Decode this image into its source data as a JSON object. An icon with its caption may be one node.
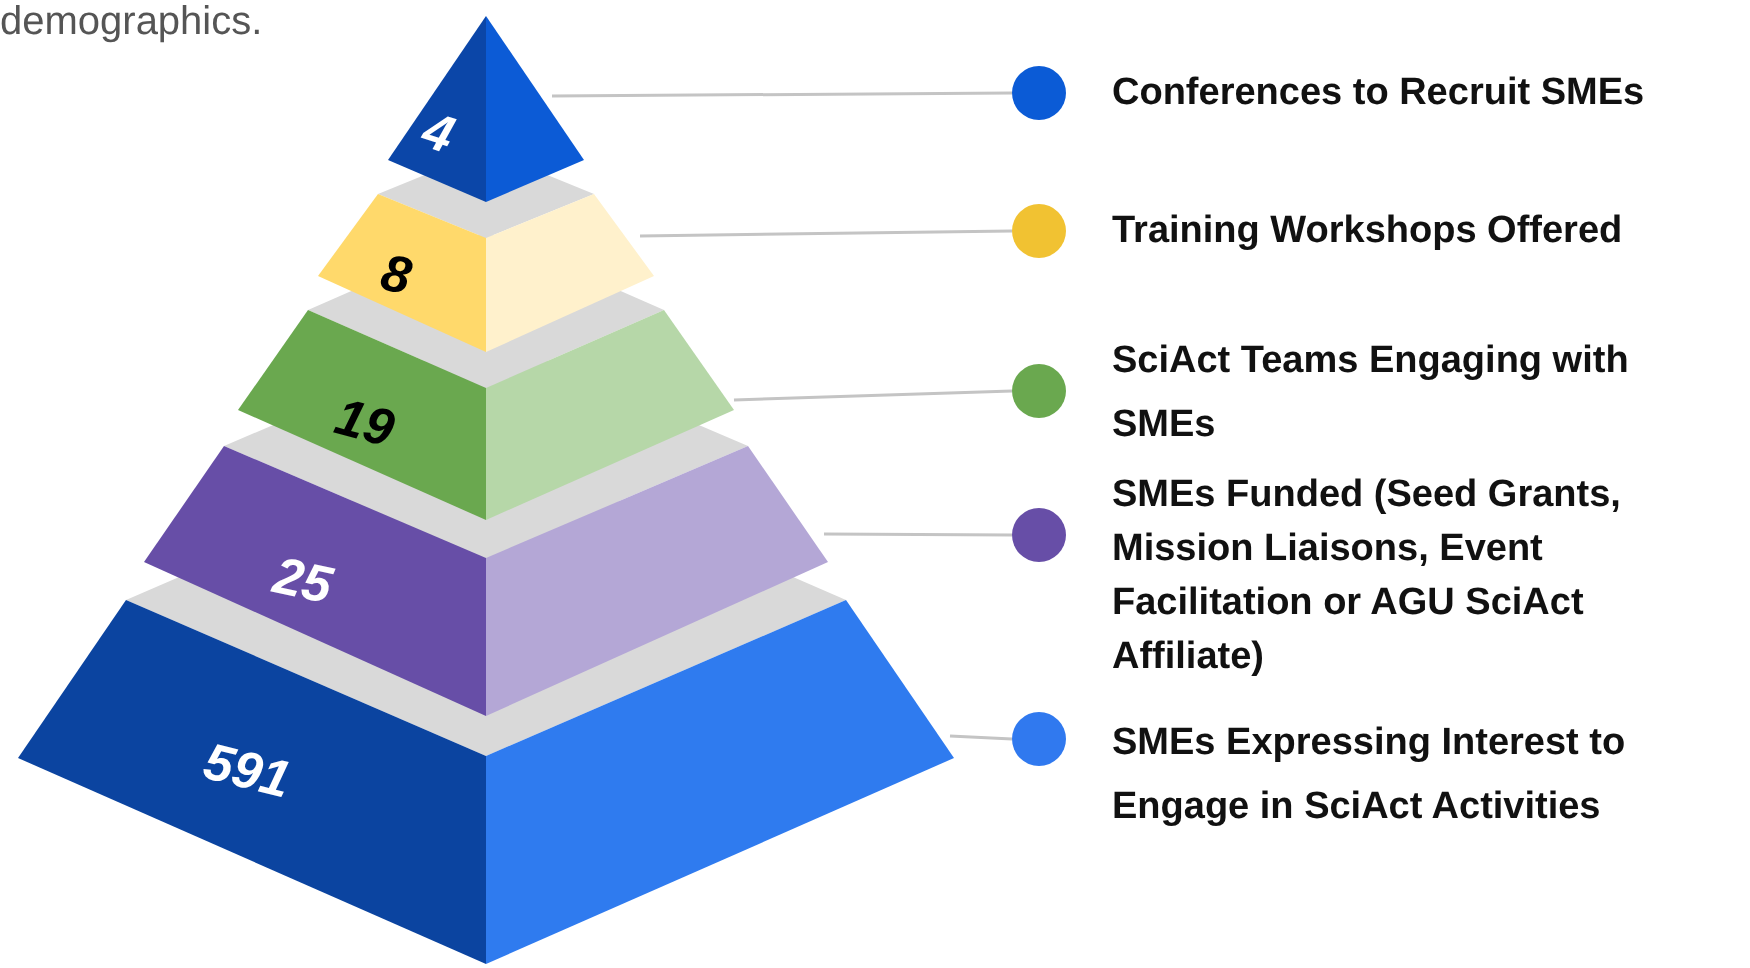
{
  "diagram": {
    "nodes": [
      {
        "text": [
          "4"
        ]
      },
      {
        "text": [
          "8"
        ]
      },
      {
        "text": [
          "19"
        ]
      },
      {
        "text": [
          "25"
        ]
      },
      {
        "text": [
          "591"
        ]
      },
      {
        "text": [
          "Conferences to Recruit SMEs"
        ]
      },
      {
        "text": [
          "Training Workshops Offered"
        ]
      },
      {
        "text": [
          "SciAct Teams Engaging with SMEs"
        ]
      },
      {
        "text": [
          "SMEs Funded (Seed Grants, Mission Liaisons, Event Facilitation or AGU SciAct Affiliate)"
        ]
      },
      {
        "text": [
          "SMEs Expressing Interest to Engage in SciAct Activities"
        ]
      }
    ],
    "edges": [
      {
        "from": 0,
        "to": 5,
        "arrow": "none"
      },
      {
        "from": 1,
        "to": 6,
        "arrow": "none"
      },
      {
        "from": 2,
        "to": 7,
        "arrow": "none"
      },
      {
        "from": 3,
        "to": 8,
        "arrow": "none"
      },
      {
        "from": 4,
        "to": 9,
        "arrow": "none"
      }
    ],
    "labels": [
      "demographics."
    ]
  }
}
